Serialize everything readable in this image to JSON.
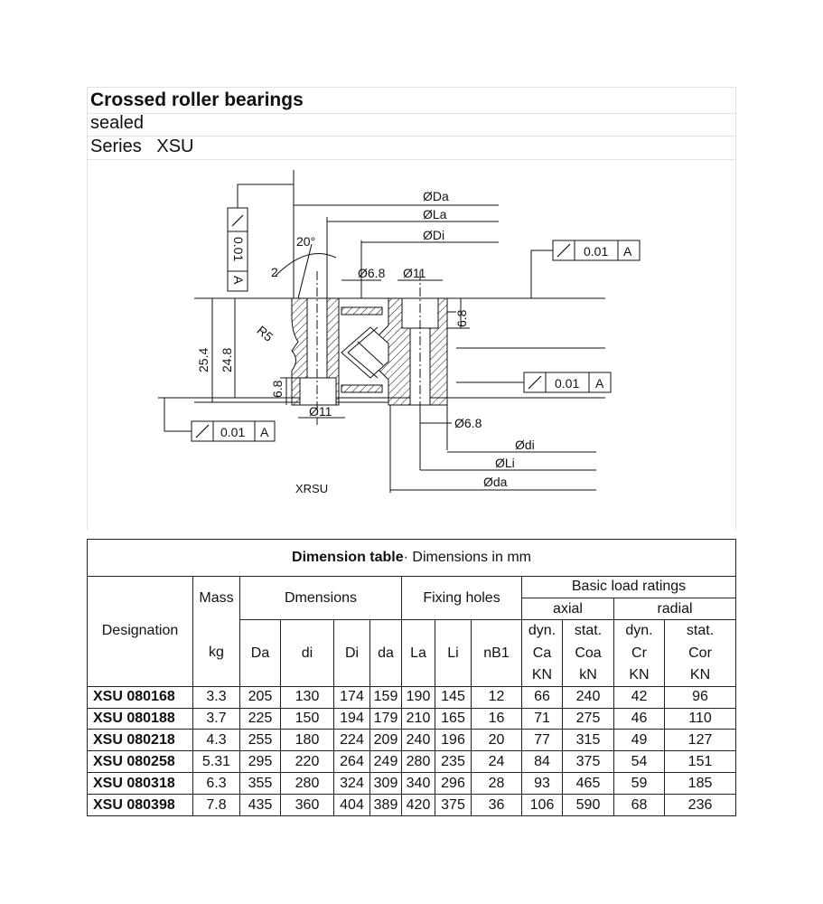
{
  "header": {
    "title": "Crossed roller bearings",
    "subtitle": "sealed",
    "series_label": "Series",
    "series": "XSU"
  },
  "drawing": {
    "labels": {
      "Da": "ØDa",
      "La": "ØLa",
      "Di": "ØDi",
      "hole_small": "Ø6.8",
      "hole_large": "Ø11",
      "hole_large_bottom": "Ø11",
      "hole_small_bottom": "Ø6.8",
      "di": "Ødi",
      "Li": "ØLi",
      "da": "Øda",
      "angle": "20°",
      "chamfer": "2",
      "radius": "R5",
      "h_total": "25.4",
      "h_inner": "24.8",
      "h_counterbore_bottom": "6.8",
      "h_counterbore_top": "6.8",
      "tol_value": "0.01",
      "datum": "A",
      "model_ref": "XRSU"
    }
  },
  "table": {
    "caption_bold": "Dimension table",
    "caption_rest": "· Dimensions in mm",
    "head": {
      "designation": "Designation",
      "mass": "Mass",
      "mass_unit": "kg",
      "dimensions": "Dmensions",
      "fixing_holes": "Fixing holes",
      "basic_load": "Basic load ratings",
      "axial": "axial",
      "radial": "radial",
      "cols": {
        "Da": "Da",
        "di": "di",
        "Di": "Di",
        "da": "da",
        "La": "La",
        "Li": "Li",
        "nB1": "nB1",
        "dyn": "dyn.",
        "stat": "stat.",
        "Ca": "Ca",
        "Coa": "Coa",
        "Cr": "Cr",
        "Cor": "Cor",
        "KN": "KN",
        "kN": "kN"
      }
    },
    "rows": [
      {
        "designation": "XSU 080168",
        "mass": "3.3",
        "Da": "205",
        "di": "130",
        "Di": "174",
        "da": "159",
        "La": "190",
        "Li": "145",
        "nB1": "12",
        "Ca": "66",
        "Coa": "240",
        "Cr": "42",
        "Cor": "96"
      },
      {
        "designation": "XSU 080188",
        "mass": "3.7",
        "Da": "225",
        "di": "150",
        "Di": "194",
        "da": "179",
        "La": "210",
        "Li": "165",
        "nB1": "16",
        "Ca": "71",
        "Coa": "275",
        "Cr": "46",
        "Cor": "110"
      },
      {
        "designation": "XSU 080218",
        "mass": "4.3",
        "Da": "255",
        "di": "180",
        "Di": "224",
        "da": "209",
        "La": "240",
        "Li": "196",
        "nB1": "20",
        "Ca": "77",
        "Coa": "315",
        "Cr": "49",
        "Cor": "127"
      },
      {
        "designation": "XSU 080258",
        "mass": "5.31",
        "Da": "295",
        "di": "220",
        "Di": "264",
        "da": "249",
        "La": "280",
        "Li": "235",
        "nB1": "24",
        "Ca": "84",
        "Coa": "375",
        "Cr": "54",
        "Cor": "151"
      },
      {
        "designation": "XSU 080318",
        "mass": "6.3",
        "Da": "355",
        "di": "280",
        "Di": "324",
        "da": "309",
        "La": "340",
        "Li": "296",
        "nB1": "28",
        "Ca": "93",
        "Coa": "465",
        "Cr": "59",
        "Cor": "185"
      },
      {
        "designation": "XSU 080398",
        "mass": "7.8",
        "Da": "435",
        "di": "360",
        "Di": "404",
        "da": "389",
        "La": "420",
        "Li": "375",
        "nB1": "36",
        "Ca": "106",
        "Coa": "590",
        "Cr": "68",
        "Cor": "236"
      }
    ]
  }
}
